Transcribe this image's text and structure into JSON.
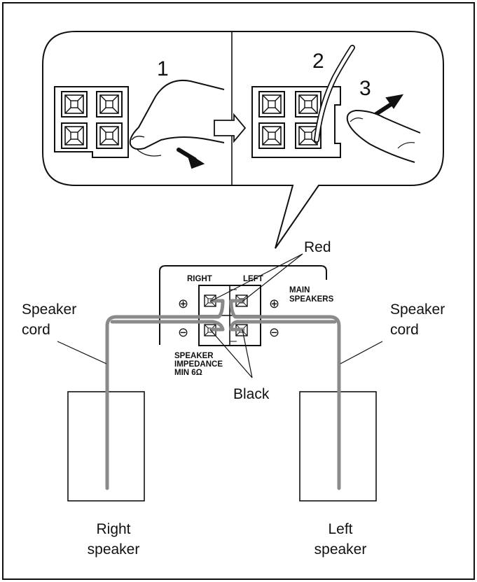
{
  "steps": [
    "1",
    "2",
    "3"
  ],
  "labels": {
    "red": "Red",
    "black": "Black",
    "speaker_cord_left": [
      "Speaker",
      "cord"
    ],
    "speaker_cord_right": [
      "Speaker",
      "cord"
    ],
    "right_speaker": [
      "Right",
      "speaker"
    ],
    "left_speaker": [
      "Left",
      "speaker"
    ]
  },
  "panel": {
    "right": "RIGHT",
    "left": "LEFT",
    "main_speakers": [
      "MAIN",
      "SPEAKERS"
    ],
    "impedance": [
      "SPEAKER",
      "IMPEDANCE",
      "MIN 6Ω"
    ],
    "plus": "⊕",
    "minus": "⊖"
  },
  "colors": {
    "cord": "#8a8a8a",
    "line": "#111111"
  }
}
